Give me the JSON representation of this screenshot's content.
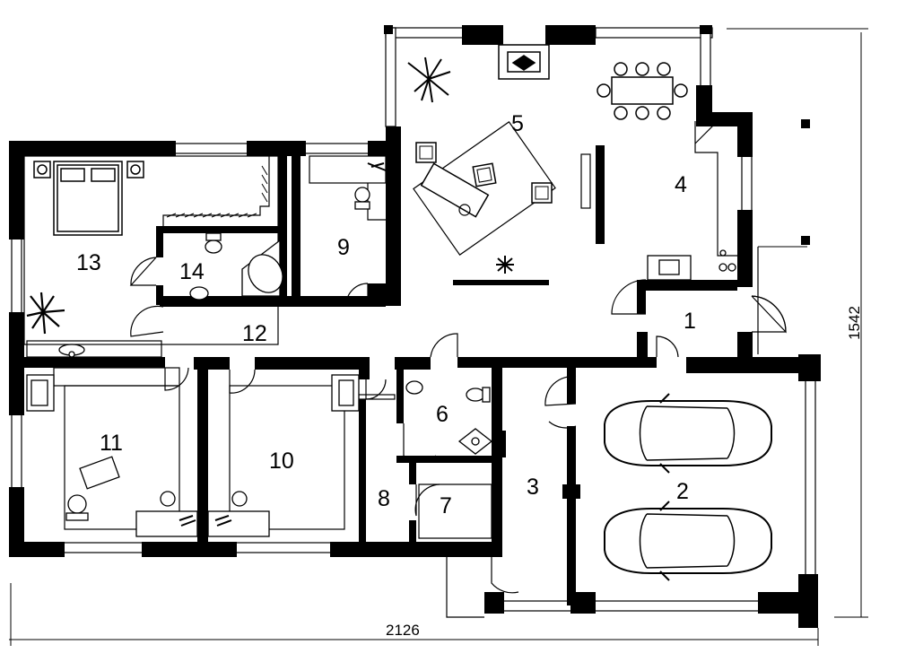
{
  "rooms": [
    {
      "id": "entrance",
      "label": "1"
    },
    {
      "id": "garage",
      "label": "2"
    },
    {
      "id": "utility",
      "label": "3"
    },
    {
      "id": "kitchen",
      "label": "4"
    },
    {
      "id": "living",
      "label": "5"
    },
    {
      "id": "wc",
      "label": "6"
    },
    {
      "id": "storage",
      "label": "7"
    },
    {
      "id": "closet",
      "label": "8"
    },
    {
      "id": "office",
      "label": "9"
    },
    {
      "id": "bedroom-2",
      "label": "10"
    },
    {
      "id": "bedroom-1",
      "label": "11"
    },
    {
      "id": "hallway",
      "label": "12"
    },
    {
      "id": "master-bedroom",
      "label": "13"
    },
    {
      "id": "bathroom",
      "label": "14"
    }
  ],
  "dimensions": {
    "width": "2126",
    "height": "1542"
  }
}
